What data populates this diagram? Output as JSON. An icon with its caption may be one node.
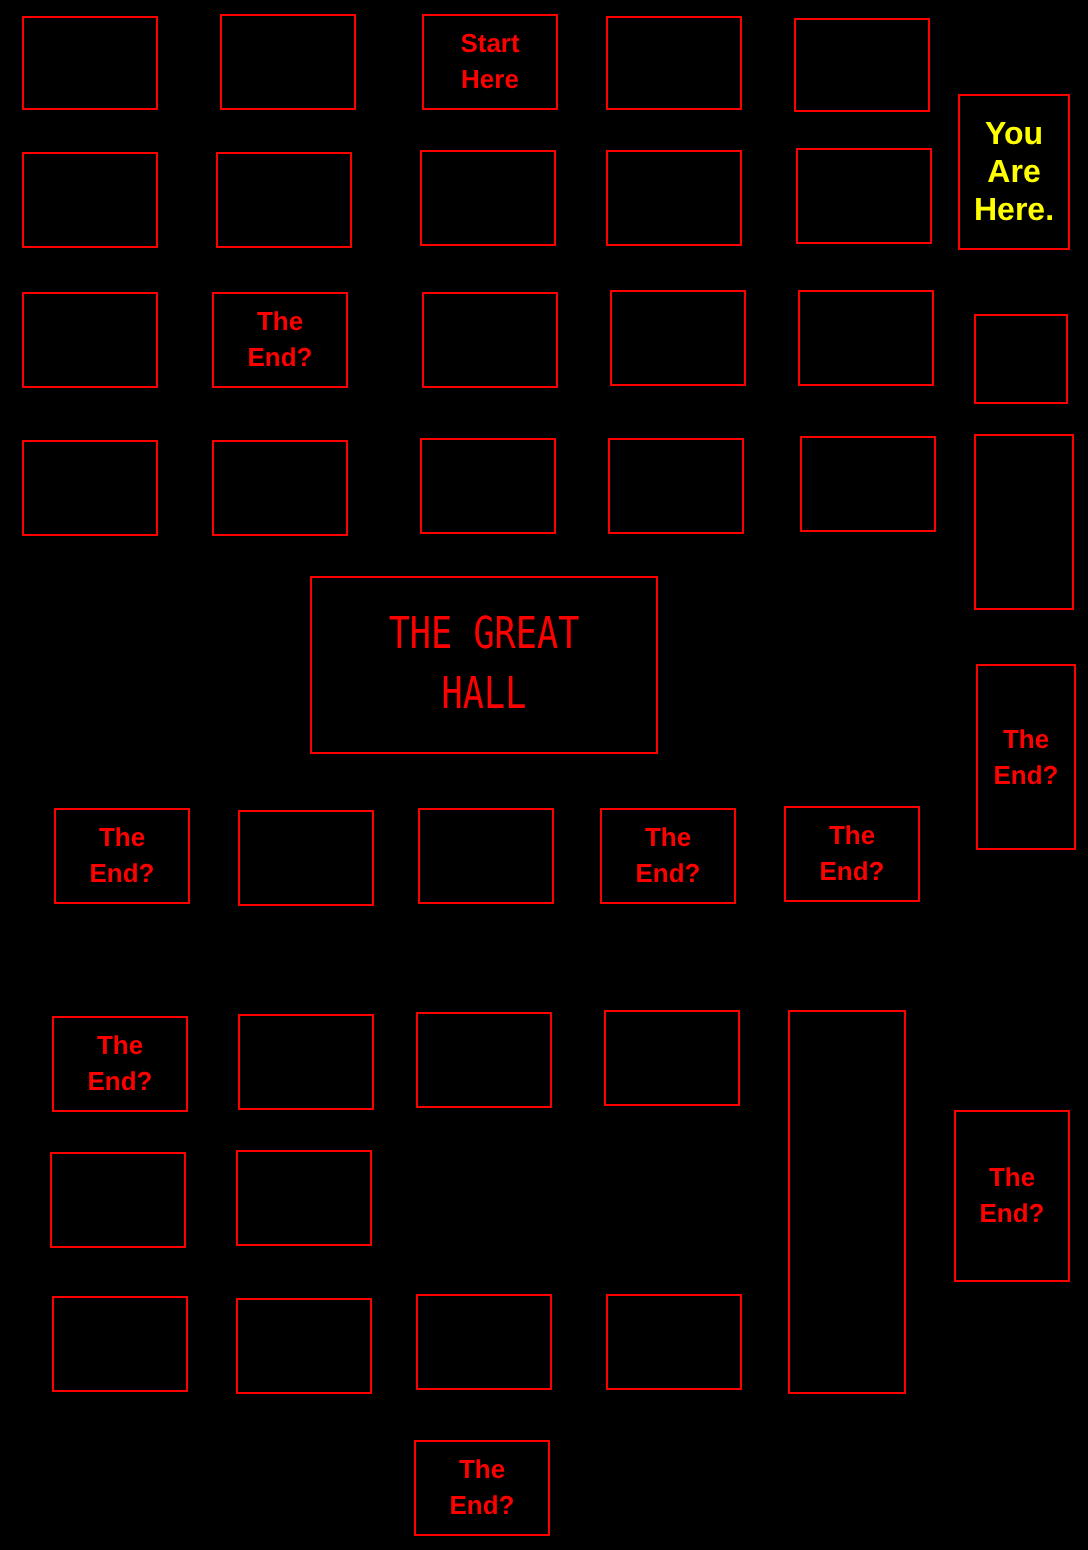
{
  "diagram": {
    "nodes": [
      {
        "text": [],
        "shape": "box"
      },
      {
        "text": [],
        "shape": "box"
      },
      {
        "text": [
          "Start Here"
        ]
      },
      {
        "text": [],
        "shape": "box"
      },
      {
        "text": [],
        "shape": "box"
      },
      {
        "text": [
          "You Are Here."
        ]
      },
      {
        "text": [],
        "shape": "box"
      },
      {
        "text": [],
        "shape": "box"
      },
      {
        "text": [],
        "shape": "box"
      },
      {
        "text": [],
        "shape": "box"
      },
      {
        "text": [],
        "shape": "box"
      },
      {
        "text": [],
        "shape": "box"
      },
      {
        "text": [
          "The End?"
        ]
      },
      {
        "text": [],
        "shape": "box"
      },
      {
        "text": [],
        "shape": "box"
      },
      {
        "text": [],
        "shape": "box"
      },
      {
        "text": [],
        "shape": "box"
      },
      {
        "text": [],
        "shape": "box"
      },
      {
        "text": [],
        "shape": "box"
      },
      {
        "text": [],
        "shape": "box"
      },
      {
        "text": [],
        "shape": "box"
      },
      {
        "text": [],
        "shape": "box"
      },
      {
        "text": [],
        "shape": "box"
      },
      {
        "text": [
          "THE GREAT HALL"
        ]
      },
      {
        "text": [
          "The End?"
        ]
      },
      {
        "text": [
          "The End?"
        ]
      },
      {
        "text": [],
        "shape": "box"
      },
      {
        "text": [],
        "shape": "box"
      },
      {
        "text": [
          "The End?"
        ]
      },
      {
        "text": [
          "The End?"
        ]
      },
      {
        "text": [
          "The End?"
        ]
      },
      {
        "text": [],
        "shape": "box"
      },
      {
        "text": [],
        "shape": "box"
      },
      {
        "text": [],
        "shape": "box"
      },
      {
        "text": [],
        "shape": "box"
      },
      {
        "text": [
          "The End?"
        ]
      },
      {
        "text": [],
        "shape": "box"
      },
      {
        "text": [],
        "shape": "box"
      },
      {
        "text": [],
        "shape": "box"
      },
      {
        "text": [],
        "shape": "box"
      },
      {
        "text": [],
        "shape": "box"
      },
      {
        "text": [],
        "shape": "box"
      },
      {
        "text": [
          "The End?"
        ]
      }
    ]
  }
}
